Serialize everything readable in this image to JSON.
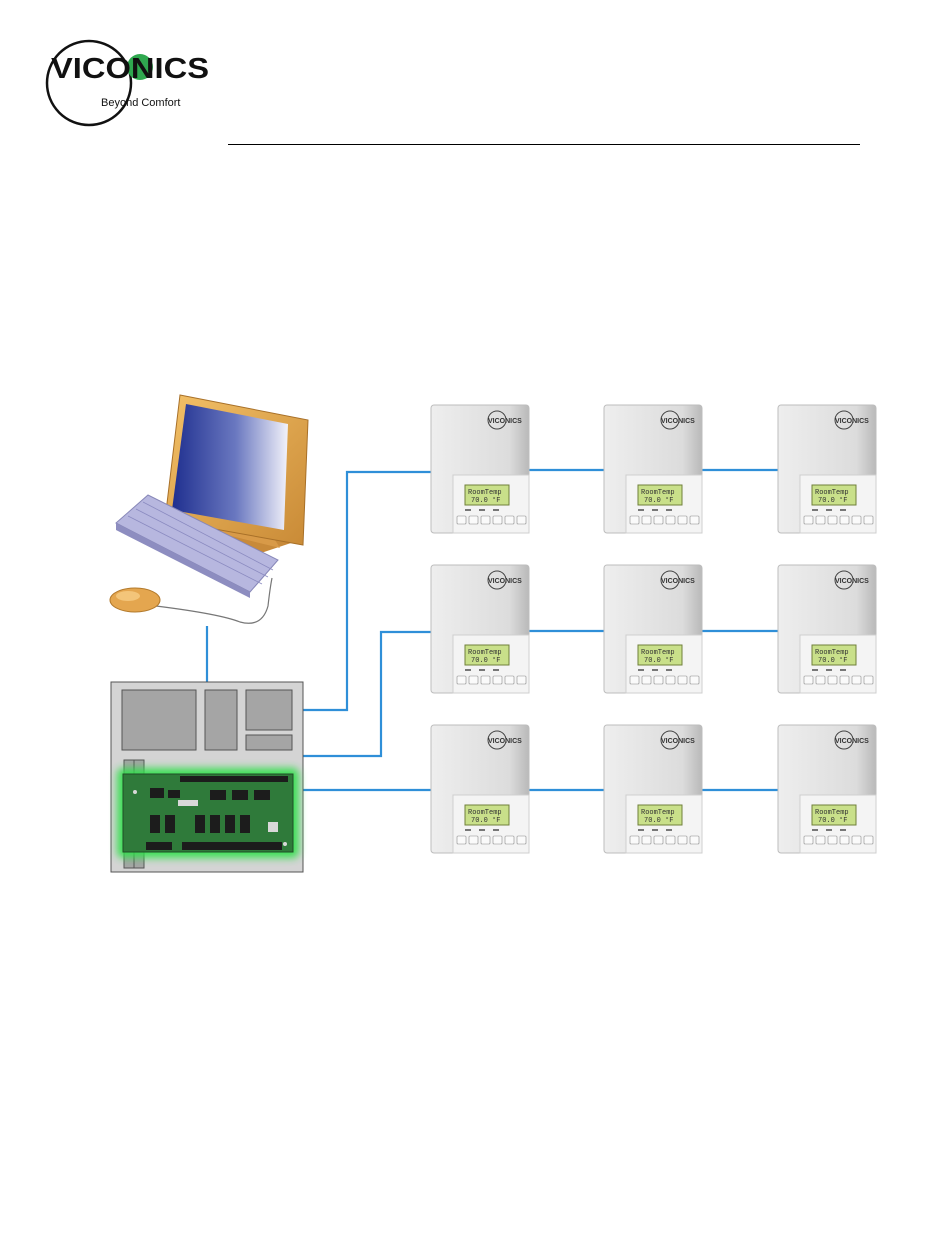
{
  "brand": {
    "name": "VICONICS",
    "tagline": "Beyond Comfort"
  },
  "colors": {
    "network_line": "#2f8fd8",
    "lcd": "#c9e08a",
    "controller_glow": "#2fe04a",
    "enclosure": "#d4d4d4"
  },
  "thermostat": {
    "brand": "VICONICS",
    "display_line1": "RoomTemp",
    "display_line2": "70.0 °F"
  },
  "icons": [
    "computer-icon",
    "keyboard-icon",
    "mouse-icon",
    "controller-board-icon",
    "thermostat-icon"
  ]
}
